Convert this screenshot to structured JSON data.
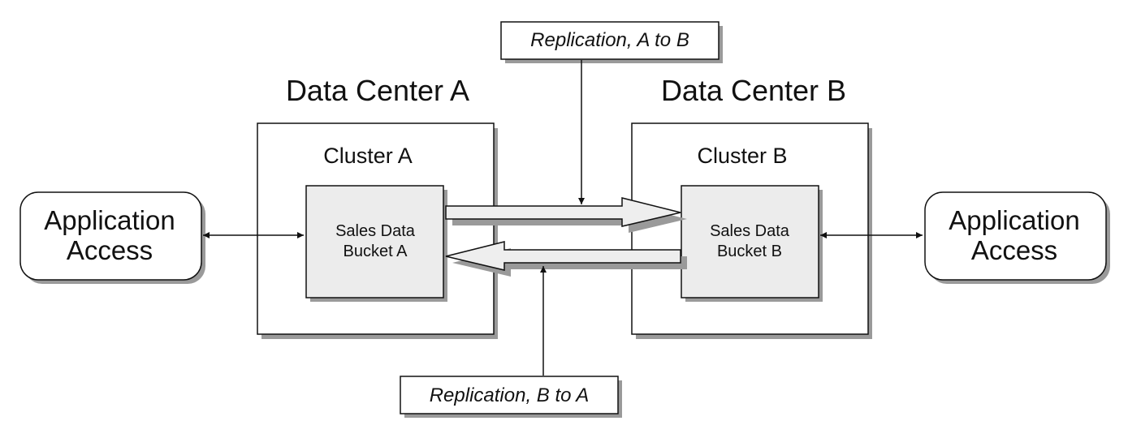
{
  "data_centers": {
    "a": {
      "title": "Data Center A",
      "cluster": "Cluster A",
      "bucket_line1": "Sales Data",
      "bucket_line2": "Bucket A"
    },
    "b": {
      "title": "Data Center B",
      "cluster": "Cluster B",
      "bucket_line1": "Sales Data",
      "bucket_line2": "Bucket B"
    }
  },
  "applications": {
    "left": {
      "line1": "Application",
      "line2": "Access"
    },
    "right": {
      "line1": "Application",
      "line2": "Access"
    }
  },
  "replication": {
    "a_to_b": "Replication, A to B",
    "b_to_a": "Replication, B to A"
  },
  "colors": {
    "box_fill": "#ffffff",
    "bucket_fill": "#ececec",
    "shadow": "#9a9a9a",
    "stroke": "#111111",
    "arrow_fill": "#eeeeee"
  }
}
